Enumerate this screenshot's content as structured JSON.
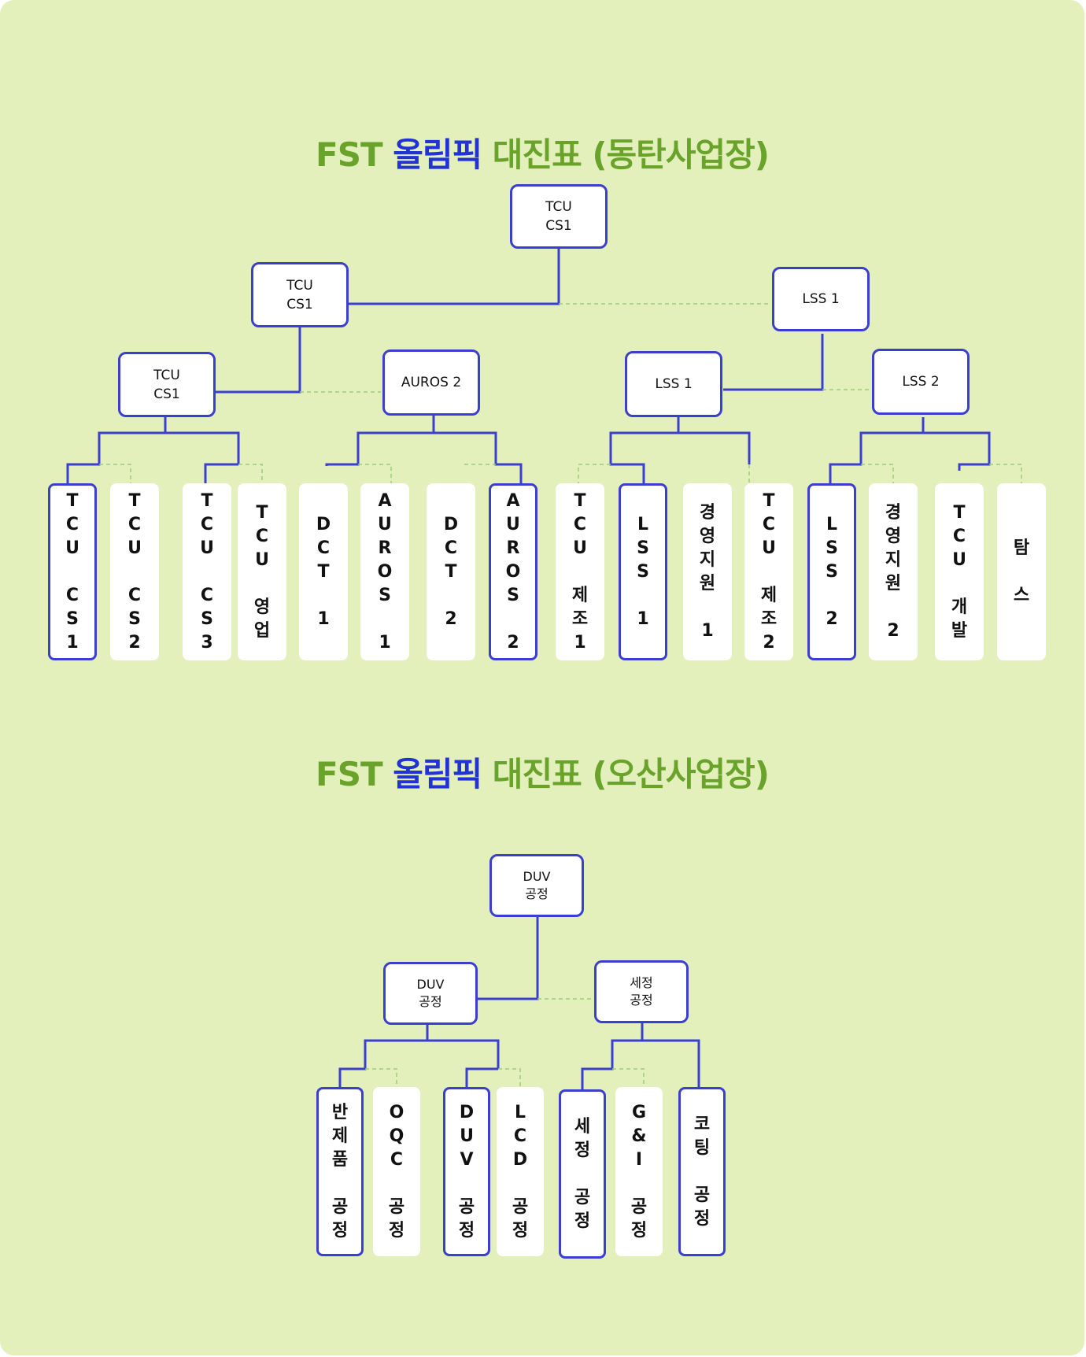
{
  "colors": {
    "background": "#e4f0bb",
    "title_green": "#6aa32b",
    "title_blue": "#2233d6",
    "bracket_line": "#3a3fd0",
    "dashed_line": "#9ccc7a"
  },
  "dongtan": {
    "title_prefix": "FST ",
    "title_highlight": "올림픽",
    "title_suffix": " 대진표 (동탄사업장)",
    "final": "TCU\nCS1",
    "semi_left": "TCU\nCS1",
    "semi_right": "LSS 1",
    "quarter": [
      "TCU\nCS1",
      "AUROS 2",
      "LSS 1",
      "LSS 2"
    ],
    "teams": [
      "T\nC\nU\n\nC\nS\n1",
      "T\nC\nU\n\nC\nS\n2",
      "T\nC\nU\n\nC\nS\n3",
      "T\nC\nU\n\n영\n업",
      "D\nC\nT\n\n1",
      "A\nU\nR\nO\nS\n\n1",
      "D\nC\nT\n\n2",
      "A\nU\nR\nO\nS\n\n2",
      "T\nC\nU\n\n제\n조\n1",
      "L\nS\nS\n\n1",
      "경\n영\n지\n원\n\n1",
      "T\nC\nU\n\n제\n조\n2",
      "L\nS\nS\n\n2",
      "경\n영\n지\n원\n\n2",
      "T\nC\nU\n\n개\n발",
      "탐\n\n스"
    ]
  },
  "osan": {
    "title_prefix": "FST ",
    "title_highlight": "올림픽",
    "title_suffix": " 대진표 (오산사업장)",
    "final": "DUV\n공정",
    "semi": [
      "DUV\n공정",
      "세정\n공정"
    ],
    "teams": [
      "반\n제\n품\n\n공\n정",
      "O\nQ\nC\n\n공\n정",
      "D\nU\nV\n\n공\n정",
      "L\nC\nD\n\n공\n정",
      "세\n정\n\n공\n정",
      "G\n&\nI\n\n공\n정",
      "코\n팅\n\n공\n정"
    ]
  }
}
